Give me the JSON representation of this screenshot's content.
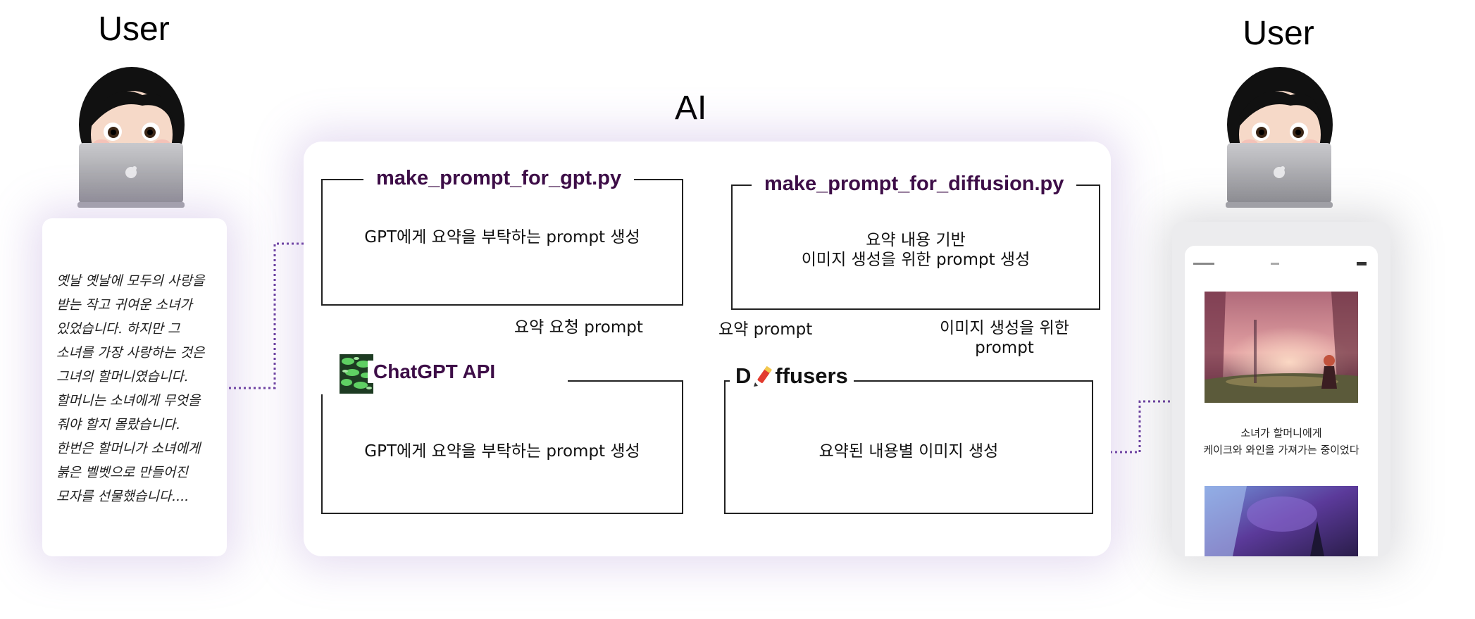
{
  "left_user": {
    "label": "User"
  },
  "right_user": {
    "label": "User"
  },
  "ai": {
    "label": "AI"
  },
  "story_card": {
    "text": "옛날 옛날에 모두의 사랑을\n받는 작고 귀여운 소녀가\n있었습니다. 하지만 그\n소녀를 가장 사랑하는 것은\n그녀의 할머니였습니다.\n할머니는 소녀에게 무엇을\n줘야 할지 몰랐습니다.\n한번은 할머니가 소녀에게\n붉은 벨벳으로 만들어진\n모자를 선물했습니다...."
  },
  "boxes": {
    "gpt_script": {
      "title": "make_prompt_for_gpt.py",
      "text": "GPT에게 요약을 부탁하는 prompt 생성"
    },
    "chatgpt_api": {
      "title": "ChatGPT API",
      "text": "GPT에게 요약을 부탁하는 prompt 생성"
    },
    "diffusion_script": {
      "title": "make_prompt_for_diffusion.py",
      "line1": "요약 내용 기반",
      "line2": "이미지 생성을 위한 prompt 생성"
    },
    "diffusers": {
      "title_prefix": "D",
      "title_suffix": "ffusers",
      "text": "요약된 내용별 이미지 생성"
    }
  },
  "edges": {
    "summary_request": "요약 요청 prompt",
    "summary": "요약 prompt",
    "image_prompt_line1": "이미지 생성을 위한",
    "image_prompt_line2": "prompt"
  },
  "phone": {
    "caption_line1": "소녀가 할머니에게",
    "caption_line2": "케이크와 와인을 가져가는 중이었다"
  },
  "colors": {
    "arrow": "#6b3fa0",
    "title": "#3d0d47",
    "glow": "#a082cd"
  },
  "icons": [
    "user-avatar-icon",
    "laptop-icon",
    "chatgpt-logo-icon",
    "diffusers-brush-icon"
  ]
}
